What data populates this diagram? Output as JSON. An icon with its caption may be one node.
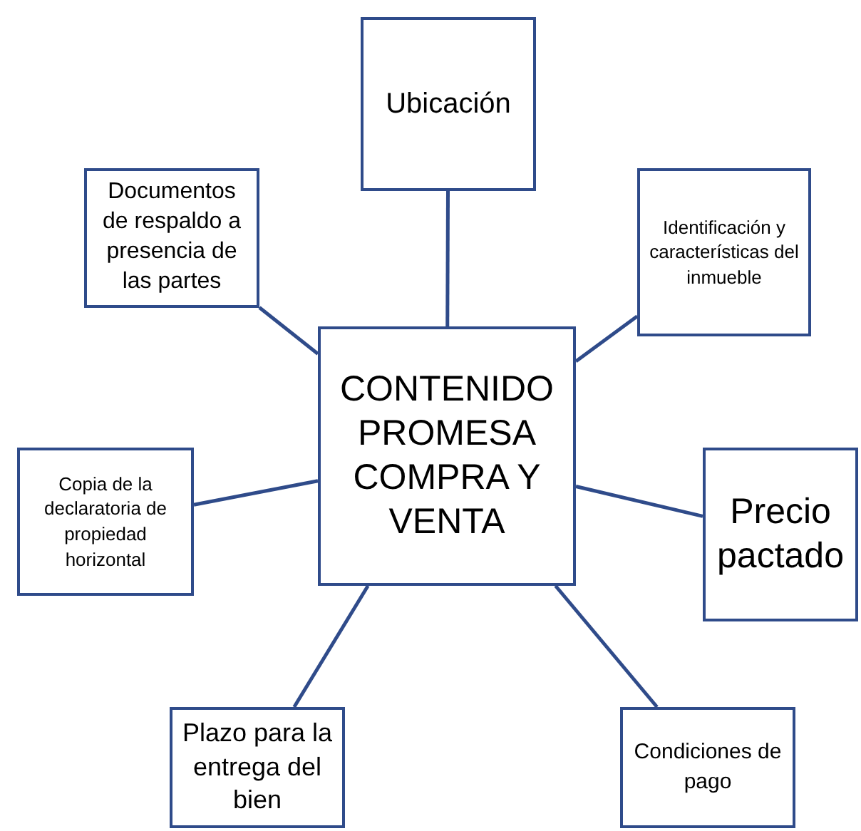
{
  "diagram": {
    "nodes": [
      {
        "text": [
          "CONTENIDO PROMESA COMPRA Y VENTA"
        ]
      },
      {
        "text": [
          "Ubicación"
        ]
      },
      {
        "text": [
          "Documentos de respaldo a presencia de las partes"
        ]
      },
      {
        "text": [
          "Identificación y características del inmueble"
        ]
      },
      {
        "text": [
          "Copia de la declaratoria de propiedad horizontal"
        ]
      },
      {
        "text": [
          "Precio pactado"
        ]
      },
      {
        "text": [
          "Plazo para la entrega del bien"
        ]
      },
      {
        "text": [
          "Condiciones de pago"
        ]
      }
    ],
    "edges": [
      {
        "from": 0,
        "to": 1,
        "arrow": "none"
      },
      {
        "from": 0,
        "to": 2,
        "arrow": "none"
      },
      {
        "from": 0,
        "to": 3,
        "arrow": "none"
      },
      {
        "from": 0,
        "to": 4,
        "arrow": "none"
      },
      {
        "from": 0,
        "to": 5,
        "arrow": "none"
      },
      {
        "from": 0,
        "to": 6,
        "arrow": "none"
      },
      {
        "from": 0,
        "to": 7,
        "arrow": "none"
      }
    ]
  }
}
